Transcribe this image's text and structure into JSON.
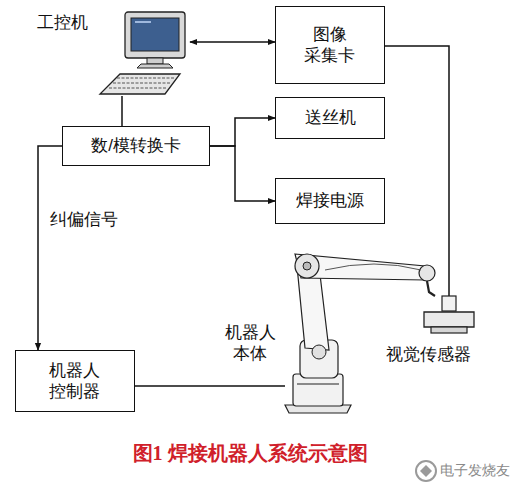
{
  "diagram": {
    "caption": "图1 焊接机器人系统示意图",
    "nodes": [
      {
        "text": [
          "工控机"
        ]
      },
      {
        "text": [
          "图像 采集卡"
        ]
      },
      {
        "text": [
          "数/模转换卡"
        ]
      },
      {
        "text": [
          "送丝机"
        ]
      },
      {
        "text": [
          "焊接电源"
        ]
      },
      {
        "text": [
          "机器人 控制器"
        ]
      },
      {
        "text": [
          "机器人 本体"
        ]
      },
      {
        "text": [
          "视觉传感器"
        ]
      }
    ],
    "edges": [
      {
        "from": 0,
        "to": 1,
        "arrow": "both"
      },
      {
        "from": 0,
        "to": 2,
        "arrow": "none"
      },
      {
        "from": 2,
        "to": 3,
        "arrow": "to"
      },
      {
        "from": 2,
        "to": 4,
        "arrow": "to"
      },
      {
        "from": 2,
        "to": 5,
        "label": "纠偏信号",
        "arrow": "to"
      },
      {
        "from": 1,
        "to": 7,
        "arrow": "none"
      },
      {
        "from": 5,
        "to": 6,
        "arrow": "none"
      }
    ],
    "labels": [
      "电子发烧友"
    ]
  }
}
